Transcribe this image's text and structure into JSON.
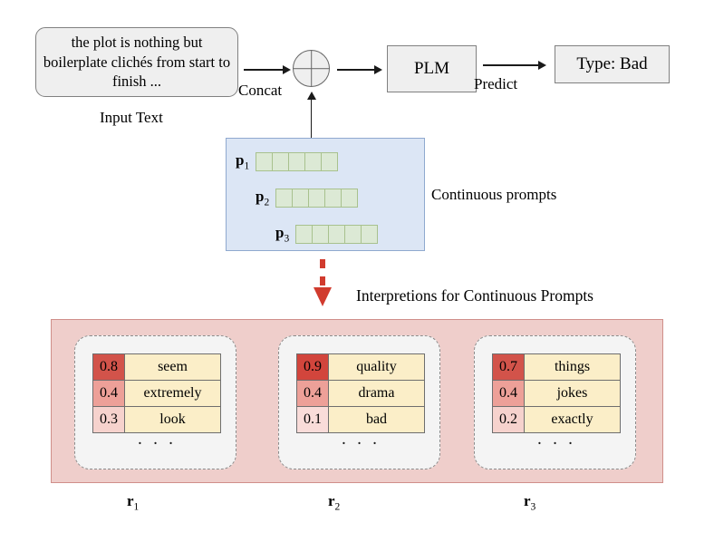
{
  "figure": {
    "input_box": {
      "text": "the plot is nothing but boilerplate clichés from start to finish ...",
      "caption": "Input Text"
    },
    "concat_label": "Concat",
    "plm_label": "PLM",
    "predict_label": "Predict",
    "output_label": "Type: Bad",
    "plus_node": "plus-circle",
    "prompts_panel": {
      "caption": "Continuous prompts",
      "rows": [
        {
          "label": "p",
          "sub": "1",
          "cells": 5
        },
        {
          "label": "p",
          "sub": "2",
          "cells": 5
        },
        {
          "label": "p",
          "sub": "3",
          "cells": 5
        }
      ]
    },
    "interpretations": {
      "caption": "Interpretions for Continuous Prompts",
      "ellipsis": "· · ·",
      "cards": [
        {
          "label": "r",
          "sub": "1",
          "rows": [
            {
              "score": "0.8",
              "word": "seem",
              "color": "#d2534a"
            },
            {
              "score": "0.4",
              "word": "extremely",
              "color": "#eda098"
            },
            {
              "score": "0.3",
              "word": "look",
              "color": "#f6d2cd"
            }
          ]
        },
        {
          "label": "r",
          "sub": "2",
          "rows": [
            {
              "score": "0.9",
              "word": "quality",
              "color": "#d2453c"
            },
            {
              "score": "0.4",
              "word": "drama",
              "color": "#eda098"
            },
            {
              "score": "0.1",
              "word": "bad",
              "color": "#f9dcd9"
            }
          ]
        },
        {
          "label": "r",
          "sub": "3",
          "rows": [
            {
              "score": "0.7",
              "word": "things",
              "color": "#d2534a"
            },
            {
              "score": "0.4",
              "word": "jokes",
              "color": "#eda098"
            },
            {
              "score": "0.2",
              "word": "exactly",
              "color": "#f6d2cd"
            }
          ]
        }
      ]
    },
    "colors": {
      "input_fill": "#efefef",
      "prompts_panel_fill": "#dce6f5",
      "prompt_cell_fill": "#dce9d5",
      "prompt_cell_border": "#a8c18e",
      "interp_panel_fill": "#efcecb",
      "card_fill": "#f4f4f4",
      "word_cell_fill": "#fbeec8",
      "red_arrow": "#d13b2e",
      "stroke": "#1a1a1a"
    }
  }
}
